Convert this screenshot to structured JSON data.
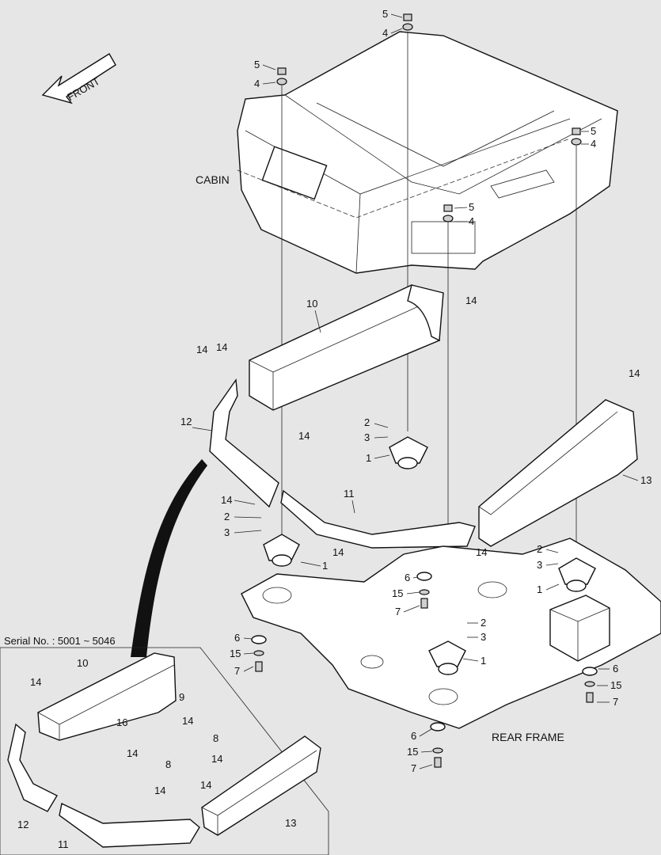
{
  "labels": {
    "front": "FRONT",
    "cabin": "CABIN",
    "rear_frame": "REAR FRAME",
    "serial": "Serial No. : 5001 ~ 5046"
  },
  "callouts": {
    "n1": "1",
    "n2": "2",
    "n3": "3",
    "n4": "4",
    "n5": "5",
    "n6": "6",
    "n7": "7",
    "n8": "8",
    "n9": "9",
    "n10": "10",
    "n11": "11",
    "n12": "12",
    "n13": "13",
    "n14": "14",
    "n15": "15",
    "n16": "16"
  }
}
